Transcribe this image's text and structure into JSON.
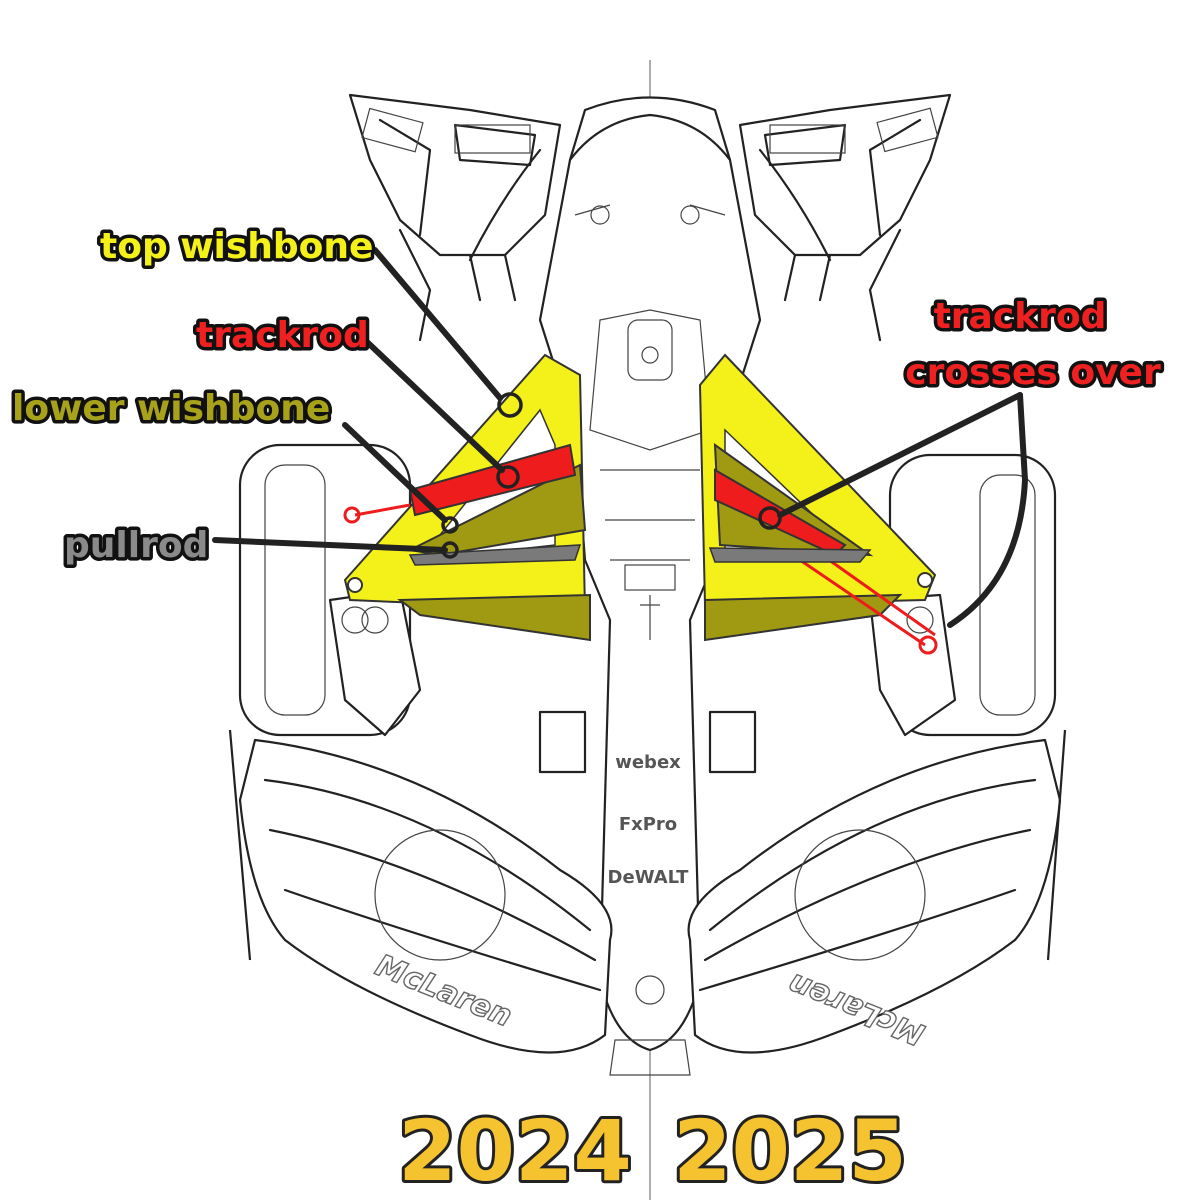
{
  "labels": {
    "top_wishbone": "top wishbone",
    "trackrod_left": "trackrod",
    "lower_wishbone": "lower wishbone",
    "pullrod": "pullrod",
    "trackrod_right_line1": "trackrod",
    "trackrod_right_line2": "crosses over"
  },
  "years": {
    "left": "2024",
    "right": "2025"
  },
  "sponsors": {
    "webex": "webex",
    "fxpro": "FxPro",
    "dewalt": "DeWALT",
    "mclaren": "McLaren"
  },
  "colors": {
    "top_wishbone": "#f4f01a",
    "lower_wishbone": "#a09a12",
    "trackrod": "#ee1c1c",
    "pullrod": "#7a7a7a",
    "year_text": "#f5c330",
    "label_yellow": "#f4f01a",
    "label_olive": "#a8a21a",
    "label_red": "#ee2020",
    "label_grey": "#8a8a8a"
  }
}
